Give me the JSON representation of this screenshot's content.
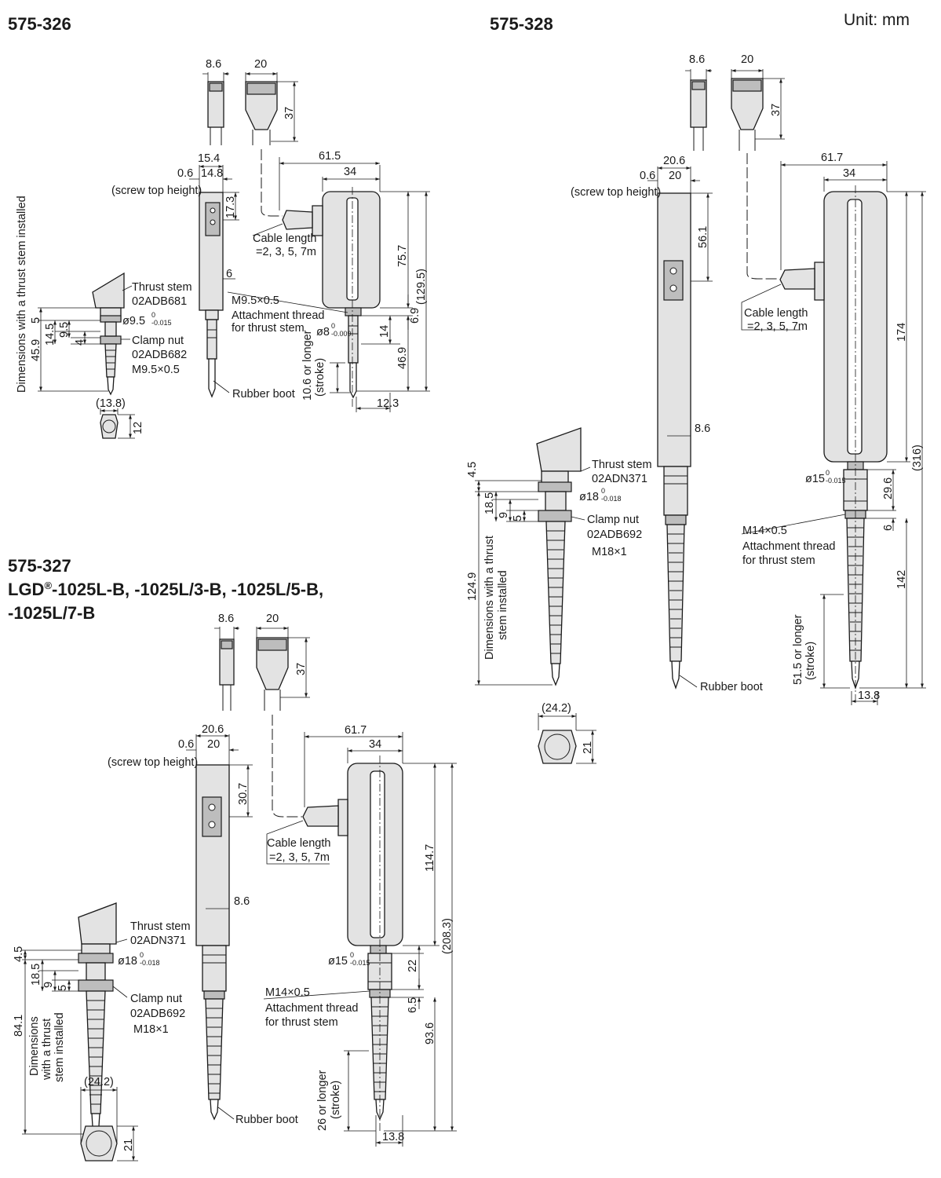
{
  "unit": "Unit: mm",
  "models": {
    "m326": {
      "title": "575-326",
      "dims": {
        "plug_w": "8.6",
        "conn_w": "20",
        "conn_h": "37",
        "body_w": "15.4",
        "body_w2": "14.8",
        "screw": "0.6",
        "h173": "17.3",
        "d6": "6",
        "w615": "61.5",
        "w34": "34",
        "h757": "75.7",
        "h69": "6.9",
        "h1295": "(129.5)",
        "h469": "46.9",
        "h14": "14",
        "w123": "12.3",
        "d5": "5",
        "d145": "14.5",
        "d95": "9.5",
        "d4": "4",
        "d459": "45.9",
        "hex_w": "(13.8)",
        "hex_h": "12"
      },
      "labels": {
        "screw_top": "(screw top height)",
        "cable_1": "Cable length",
        "cable_2": "=2, 3, 5, 7m",
        "thrust_1": "Thrust stem",
        "thrust_2": "02ADB681",
        "dia": "ø9.5",
        "dia_tol_top": "0",
        "dia_tol_bot": "-0.015",
        "clamp_1": "Clamp nut",
        "clamp_2": "02ADB682",
        "clamp_3": "M9.5×0.5",
        "thread_1": "M9.5×0.5",
        "thread_2": "Attachment thread",
        "thread_3": "for thrust stem",
        "dia8": "ø8",
        "dia8_tol_top": "0",
        "dia8_tol_bot": "-0.009",
        "stroke_1": "10.6 or longer",
        "stroke_2": "(stroke)",
        "boot": "Rubber boot",
        "vert_1": "Dimensions with a thrust stem installed"
      }
    },
    "m328": {
      "title": "575-328",
      "dims": {
        "plug_w": "8.6",
        "conn_w": "20",
        "conn_h": "37",
        "w206": "20.6",
        "w20": "20",
        "screw": "0.6",
        "h561": "56.1",
        "d86": "8.6",
        "w617": "61.7",
        "w34": "34",
        "h174": "174",
        "h316": "(316)",
        "h296": "29.6",
        "h6": "6",
        "h142": "142",
        "w138": "13.8",
        "d45": "4.5",
        "d185": "18.5",
        "d9": "9",
        "d5": "5",
        "d1249": "124.9",
        "hex_w": "(24.2)",
        "hex_h": "21"
      },
      "labels": {
        "screw_top": "(screw top height)",
        "cable_1": "Cable length",
        "cable_2": "=2, 3, 5, 7m",
        "thrust_1": "Thrust stem",
        "thrust_2": "02ADN371",
        "dia": "ø18",
        "dia_tol_top": "0",
        "dia_tol_bot": "-0.018",
        "clamp_1": "Clamp nut",
        "clamp_2": "02ADB692",
        "clamp_3": "M18×1",
        "dia15": "ø15",
        "dia15_tol_top": "0",
        "dia15_tol_bot": "-0.015",
        "thread_1": "M14×0.5",
        "thread_2": "Attachment thread",
        "thread_3": "for thrust stem",
        "stroke_1": "51.5 or longer",
        "stroke_2": "(stroke)",
        "boot": "Rubber boot",
        "vert_1": "Dimensions with a thrust",
        "vert_2": "stem installed"
      }
    },
    "m327": {
      "title": "575-327",
      "subtitle_pre": "LGD",
      "subtitle_reg": "®",
      "subtitle_post": "-1025L-B, -1025L/3-B, -1025L/5-B,",
      "subtitle_2": "-1025L/7-B",
      "dims": {
        "plug_w": "8.6",
        "conn_w": "20",
        "conn_h": "37",
        "w206": "20.6",
        "w20": "20",
        "screw": "0.6",
        "h307": "30.7",
        "d86": "8.6",
        "w617": "61.7",
        "w34": "34",
        "h1147": "114.7",
        "h2083": "(208.3)",
        "h22": "22",
        "h65": "6.5",
        "h936": "93.6",
        "w138": "13.8",
        "d45": "4.5",
        "d185": "18.5",
        "d9": "9",
        "d5": "5",
        "d841": "84.1",
        "hex_w": "(24.2)",
        "hex_h": "21"
      },
      "labels": {
        "screw_top": "(screw top height)",
        "cable_1": "Cable length",
        "cable_2": "=2, 3, 5, 7m",
        "thrust_1": "Thrust stem",
        "thrust_2": "02ADN371",
        "dia": "ø18",
        "dia_tol_top": "0",
        "dia_tol_bot": "-0.018",
        "clamp_1": "Clamp nut",
        "clamp_2": "02ADB692",
        "clamp_3": "M18×1",
        "dia15": "ø15",
        "dia15_tol_top": "0",
        "dia15_tol_bot": "-0.015",
        "thread_1": "M14×0.5",
        "thread_2": "Attachment thread",
        "thread_3": "for thrust stem",
        "stroke_1": "26 or longer",
        "stroke_2": "(stroke)",
        "boot": "Rubber boot",
        "vert_1": "Dimensions",
        "vert_2": "with a thrust",
        "vert_3": "stem installed"
      }
    }
  }
}
